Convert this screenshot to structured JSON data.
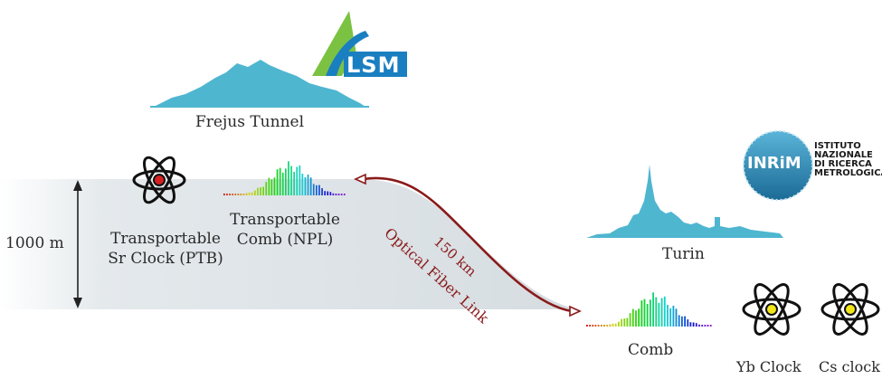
{
  "logos": {
    "lsm": {
      "text": "LSM"
    },
    "inrim": {
      "text": "INRiM",
      "name_lines": [
        "ISTITUTO",
        "NAZIONALE",
        "DI RICERCA",
        "METROLOGICA"
      ]
    }
  },
  "labels": {
    "frejus_tunnel": "Frejus Tunnel",
    "height": "1000 m",
    "sr_clock_line1": "Transportable",
    "sr_clock_line2": "Sr Clock (PTB)",
    "comb_npl_line1": "Transportable",
    "comb_npl_line2": "Comb (NPL)",
    "fiber_link": "Optical Fiber Link",
    "fiber_distance": "150 km",
    "turin": "Turin",
    "comb": "Comb",
    "yb_clock": "Yb Clock",
    "cs_clock": "Cs clock"
  },
  "icons": [
    "atom-icon-sr",
    "atom-icon-yb",
    "atom-icon-cs",
    "comb-spectrum-icon",
    "mountain-icon",
    "turin-skyline-icon"
  ],
  "colors": {
    "mountain": "#4fb6d0",
    "lsm_green": "#7cc242",
    "lsm_blue": "#1a7fc1",
    "fiber": "#8a1a1a",
    "shade": "#dde3e6",
    "sr_nucleus": "#d62020",
    "yb_nucleus": "#f2e61a"
  }
}
